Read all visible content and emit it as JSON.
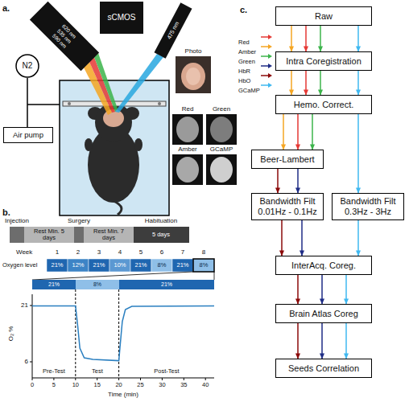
{
  "diagram": {
    "nodes": [
      {
        "text": [
          "sCMOS"
        ]
      },
      {
        "text": [
          "N2"
        ]
      },
      {
        "text": [
          "Air pump"
        ]
      },
      {
        "text": [
          "Raw"
        ]
      },
      {
        "text": [
          "Intra Coregistration"
        ]
      },
      {
        "text": [
          "Hemo. Correct."
        ]
      },
      {
        "text": [
          "Beer-Lambert"
        ]
      },
      {
        "text": [
          "Bandwidth Filt",
          "0.01Hz - 0.1Hz"
        ]
      },
      {
        "text": [
          "Bandwidth Filt",
          "0.3Hz - 3Hz"
        ]
      },
      {
        "text": [
          "InterAcq. Coreg."
        ]
      },
      {
        "text": [
          "Brain Atlas Coreg"
        ]
      },
      {
        "text": [
          "Seeds Correlation"
        ]
      }
    ],
    "edges": [
      {
        "from": 1,
        "to": 2,
        "arrow": "none"
      },
      {
        "from": 3,
        "to": 4,
        "arrow": "to"
      },
      {
        "from": 3,
        "to": 4,
        "arrow": "to"
      },
      {
        "from": 3,
        "to": 4,
        "arrow": "to"
      },
      {
        "from": 3,
        "to": 4,
        "arrow": "to"
      },
      {
        "from": 4,
        "to": 5,
        "arrow": "to"
      },
      {
        "from": 4,
        "to": 5,
        "arrow": "to"
      },
      {
        "from": 4,
        "to": 5,
        "arrow": "to"
      },
      {
        "from": 4,
        "to": 5,
        "arrow": "to"
      },
      {
        "from": 5,
        "to": 6,
        "arrow": "to"
      },
      {
        "from": 5,
        "to": 6,
        "arrow": "to"
      },
      {
        "from": 5,
        "to": 6,
        "arrow": "to"
      },
      {
        "from": 5,
        "to": 8,
        "arrow": "to"
      },
      {
        "from": 6,
        "to": 7,
        "arrow": "to"
      },
      {
        "from": 6,
        "to": 7,
        "arrow": "to"
      },
      {
        "from": 7,
        "to": 9,
        "arrow": "to"
      },
      {
        "from": 7,
        "to": 9,
        "arrow": "to"
      },
      {
        "from": 8,
        "to": 9,
        "arrow": "to"
      },
      {
        "from": 9,
        "to": 10,
        "arrow": "to"
      },
      {
        "from": 9,
        "to": 10,
        "arrow": "to"
      },
      {
        "from": 9,
        "to": 10,
        "arrow": "to"
      },
      {
        "from": 10,
        "to": 11,
        "arrow": "to"
      },
      {
        "from": 10,
        "to": 11,
        "arrow": "to"
      },
      {
        "from": 10,
        "to": 11,
        "arrow": "to"
      }
    ],
    "labels": [
      "a.",
      "620 nm",
      "535 nm",
      "590 nm",
      "475 nm",
      "Photo",
      "Red",
      "Green",
      "Amber",
      "GCaMP",
      "b.",
      "Injection",
      "Surgery",
      "Rest Min. 5 days",
      "Rest Min. 7 days",
      "Habituation",
      "5 days",
      "Week",
      "1",
      "2",
      "3",
      "4",
      "5",
      "6",
      "7",
      "8",
      "Oxygen level",
      "21%",
      "12%",
      "21%",
      "10%",
      "21%",
      "8%",
      "21%",
      "8%",
      "21%",
      "8%",
      "21%",
      "21",
      "6",
      "O₂ %",
      "0",
      "5",
      "10",
      "15",
      "20",
      "25",
      "30",
      "35",
      "40",
      "Time (min)",
      "Pre-Test",
      "Test",
      "Post-Test",
      "c."
    ],
    "legend": [
      {
        "text": "Red"
      },
      {
        "text": "Amber"
      },
      {
        "text": "Green"
      },
      {
        "text": "HbR"
      },
      {
        "text": "HbO"
      },
      {
        "text": "GCaMP"
      }
    ]
  }
}
